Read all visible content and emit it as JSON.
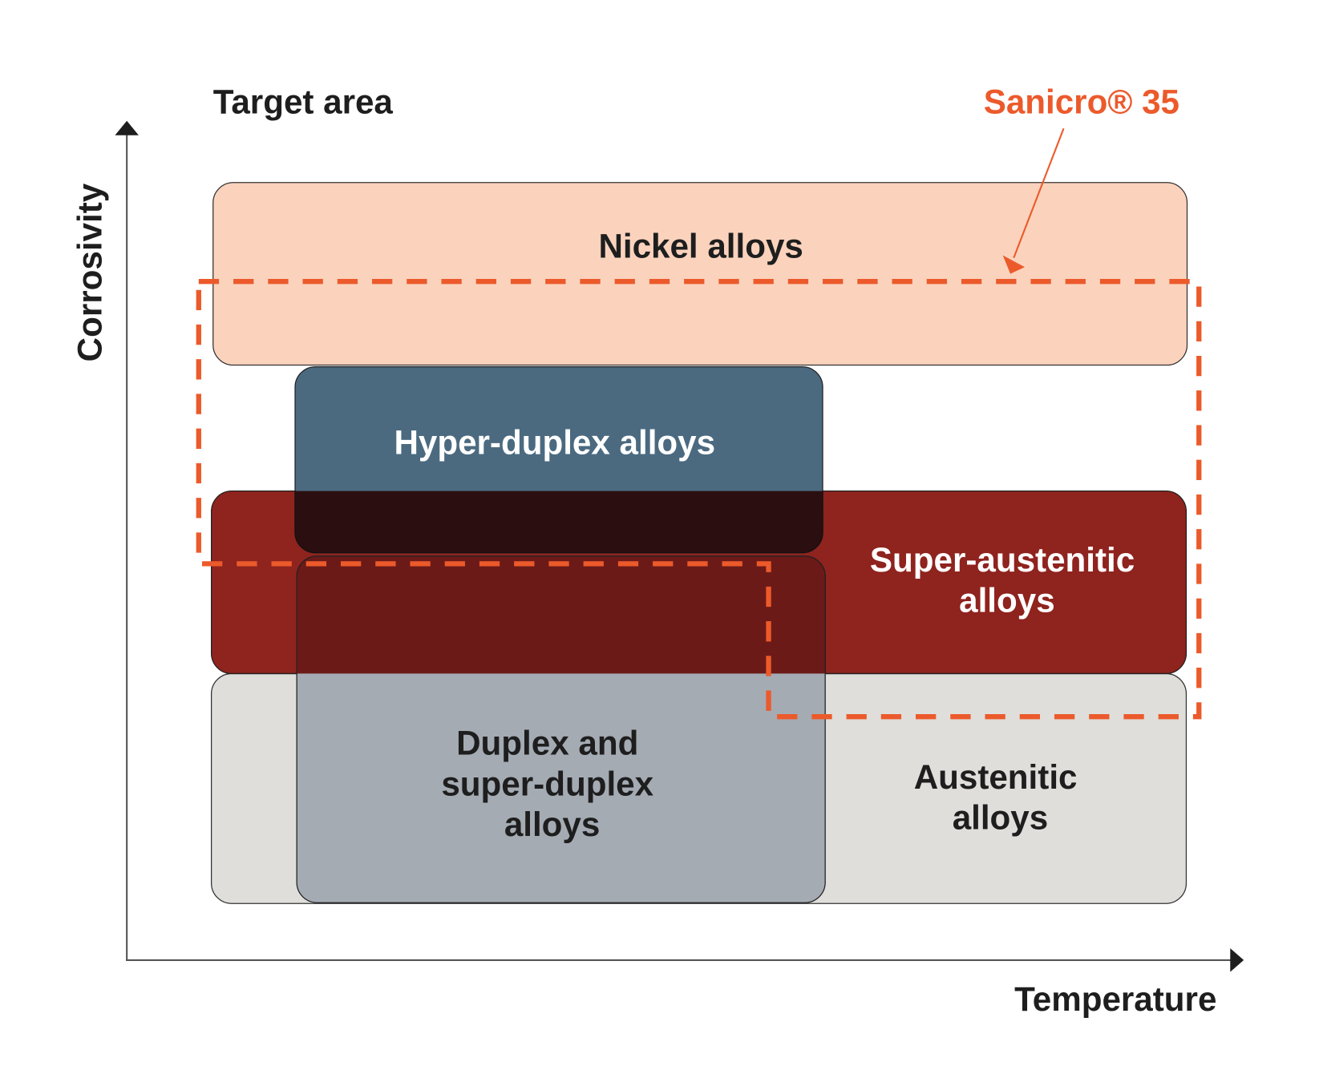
{
  "title": "Target area",
  "axes": {
    "y_label": "Corrosivity",
    "x_label": "Temperature"
  },
  "highlight": {
    "label": "Sanicro® 35",
    "color": "#ec5a2b"
  },
  "regions": [
    {
      "id": "nickel",
      "lines": [
        "Nickel alloys"
      ],
      "fill": "#fbd3bd",
      "text_color": "#1e1e1e"
    },
    {
      "id": "austenitic",
      "lines": [
        "Austenitic",
        "alloys"
      ],
      "fill": "#dfdedb",
      "text_color": "#1e1e1e"
    },
    {
      "id": "super-austenitic",
      "lines": [
        "Super-austenitic",
        "alloys"
      ],
      "fill": "#8f231e",
      "text_color": "#ffffff"
    },
    {
      "id": "hyper-duplex",
      "lines": [
        "Hyper-duplex alloys"
      ],
      "fill": "#4b6a80",
      "text_color": "#ffffff"
    },
    {
      "id": "duplex",
      "lines": [
        "Duplex and",
        "super-duplex",
        "alloys"
      ],
      "fill": "#a4abb3",
      "text_color": "#1e1e1e"
    }
  ],
  "overlap_colors": {
    "hyper_over_super": "#2b0e0f",
    "duplex_over_super": "#6c1a17"
  }
}
